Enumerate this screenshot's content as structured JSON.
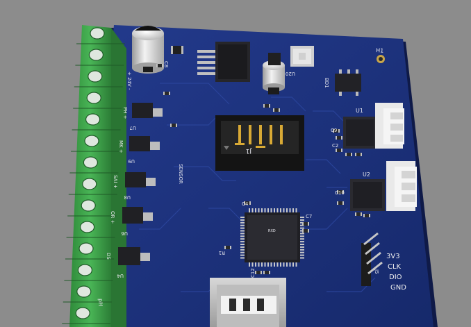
{
  "board": {
    "colors": {
      "background": "#8c8c8c",
      "pcb": "#1c2f7a",
      "pcb_edge": "#0f1a48",
      "terminal_green": "#3ea34a",
      "ic_black": "#1e1e22",
      "header_white": "#e9e9e9"
    },
    "silkscreen": {
      "h1": "H1",
      "c8": "C8",
      "u20": "U20",
      "bd1": "BD1",
      "u1": "U1",
      "u2": "U2",
      "c10": "C10",
      "c9": "C9",
      "c2": "C2",
      "c4": "C4",
      "r1": "R1",
      "j1": "J1",
      "c7": "C7",
      "c12": "C12",
      "u7": "U7",
      "u9": "U9",
      "u8": "U8",
      "u6": "U6",
      "u4": "U4",
      "v24": "+ 24V -",
      "ph": "PH +",
      "mk": "MK +",
      "sai": "SAI +",
      "or": "OR +",
      "ds": "DS",
      "ph_bottom": "pH",
      "sensor": "SENSOR",
      "rxd": "RXD",
      "j5": "J5"
    },
    "swd_pins": [
      "3V3",
      "CLK",
      "DIO",
      "GND"
    ]
  }
}
